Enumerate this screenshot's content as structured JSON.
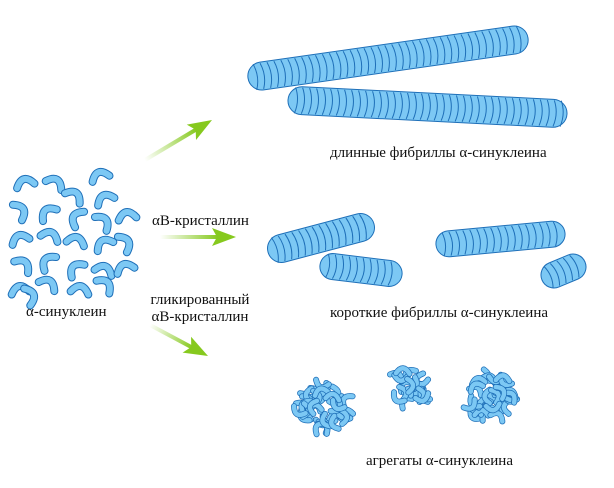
{
  "labels": {
    "monomer": "α-синуклеин",
    "long_fibrils": "длинные фибриллы α-синуклеина",
    "short_fibrils": "короткие фибриллы α-синуклеина",
    "aggregates": "агрегаты α-синуклеина",
    "crystallin": "αB-кристаллин",
    "glycated_line1": "гликированный",
    "glycated_line2": "αB-кристаллин"
  },
  "colors": {
    "protein_fill": "#7cc8f4",
    "protein_stroke": "#1e6fb8",
    "arrow_green": "#86c91e"
  }
}
